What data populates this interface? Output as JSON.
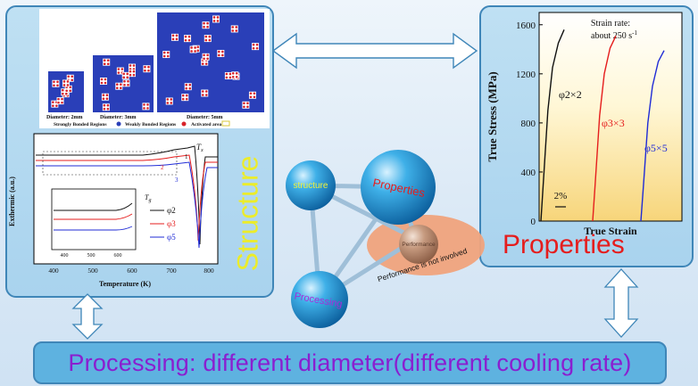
{
  "labels": {
    "structure_side": "Structure",
    "properties_side": "Properties",
    "bottom": "Processing: different diameter(different cooling rate)"
  },
  "md_panel": {
    "diameters": [
      "Diameter: 2mm",
      "Diameter: 3mm",
      "Diameter: 5mm"
    ],
    "legend": [
      "Strongly Bonded Regions",
      "Weakly Bonded Regions",
      "Activated area"
    ]
  },
  "dsc_chart": {
    "ylabel": "Exthermic (a.u.)",
    "xlabel": "Temperature (K)",
    "xticks": [
      "400",
      "500",
      "600",
      "700",
      "800"
    ],
    "tx_label": "T",
    "tx_sub": "x",
    "tg_label": "T",
    "tg_sub": "g",
    "markers": [
      "1",
      "2",
      "3"
    ],
    "legend": [
      "φ2",
      "φ3",
      "φ5"
    ],
    "inset_xticks": [
      "400",
      "500",
      "600"
    ]
  },
  "network": {
    "nodes": [
      "structure",
      "Properties",
      "Performance",
      "Processing"
    ],
    "note": "Performance is not involved"
  },
  "stress_chart": {
    "title_line1": "Strain rate:",
    "title_line2": "about 250 s",
    "title_sup": "-1",
    "ylabel": "True Stress (MPa)",
    "xlabel": "True Strain",
    "yticks": [
      "0",
      "400",
      "800",
      "1200",
      "1600"
    ],
    "scale_label": "2%",
    "curve_labels": [
      "φ2×2",
      "φ3×3",
      "φ5×5"
    ]
  },
  "colors": {
    "accent_purple": "#8a1fd0",
    "properties_red": "#e51d1d",
    "structure_yellow": "#ecec2a",
    "panel_border": "#3f86b8"
  },
  "chart_data": {
    "type": "line",
    "title": "Strain rate: about 250 s-1",
    "xlabel": "True Strain",
    "ylabel": "True Stress (MPa)",
    "ylim": [
      0,
      1700
    ],
    "series": [
      {
        "name": "φ2×2",
        "x": [
          0,
          0.002,
          0.006,
          0.01,
          0.015,
          0.02
        ],
        "y": [
          0,
          300,
          900,
          1250,
          1450,
          1560
        ]
      },
      {
        "name": "φ3×3",
        "x": [
          0,
          0.002,
          0.006,
          0.01,
          0.015,
          0.02
        ],
        "y": [
          0,
          280,
          860,
          1200,
          1410,
          1510
        ]
      },
      {
        "name": "φ5×5",
        "x": [
          0,
          0.002,
          0.006,
          0.01,
          0.015,
          0.02
        ],
        "y": [
          0,
          260,
          800,
          1100,
          1300,
          1390
        ]
      }
    ]
  }
}
